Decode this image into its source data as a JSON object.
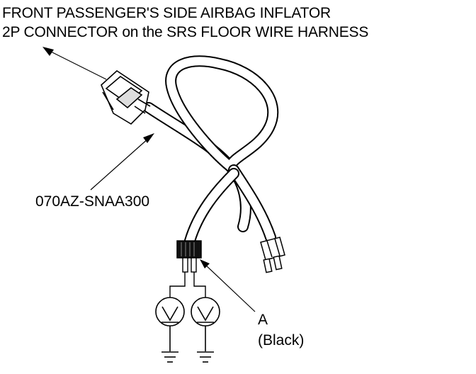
{
  "title": {
    "line1": "FRONT PASSENGER'S SIDE AIRBAG INFLATOR",
    "line2": "2P CONNECTOR on the SRS FLOOR WIRE HARNESS"
  },
  "part_number": "070AZ-SNAA300",
  "callout_a": {
    "letter": "A",
    "note": "(Black)"
  },
  "icons": {
    "meter_left": "voltmeter-icon",
    "meter_right": "voltmeter-icon",
    "ground_left": "ground-icon",
    "ground_right": "ground-icon"
  }
}
